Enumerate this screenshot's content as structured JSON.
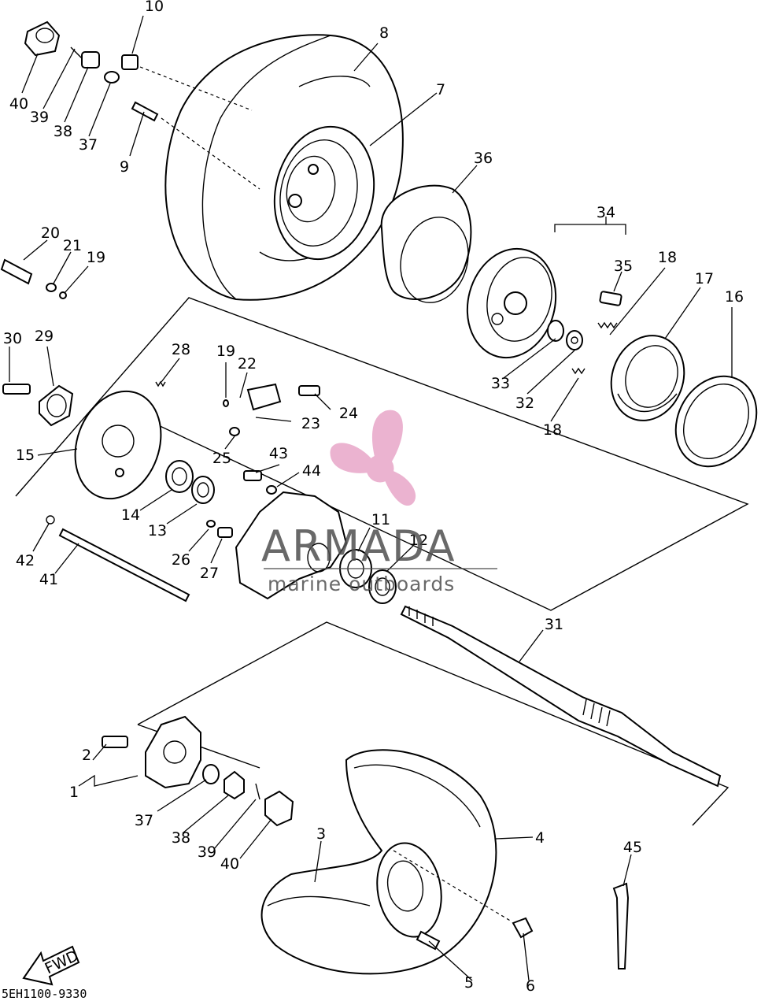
{
  "diagram": {
    "part_numbers": [
      "1",
      "2",
      "3",
      "4",
      "5",
      "6",
      "7",
      "8",
      "9",
      "10",
      "11",
      "12",
      "13",
      "14",
      "15",
      "16",
      "17",
      "18",
      "19",
      "20",
      "21",
      "22",
      "23",
      "24",
      "25",
      "26",
      "27",
      "28",
      "29",
      "30",
      "31",
      "32",
      "33",
      "34",
      "35",
      "36",
      "37",
      "38",
      "39",
      "40",
      "41",
      "42",
      "43",
      "44",
      "45"
    ],
    "direction_label": "FWD",
    "drawing_code": "5EH1100-9330"
  },
  "watermark": {
    "brand": "ARMADA",
    "tagline": "marine outboards",
    "logo_color": "#e8a6c8"
  }
}
